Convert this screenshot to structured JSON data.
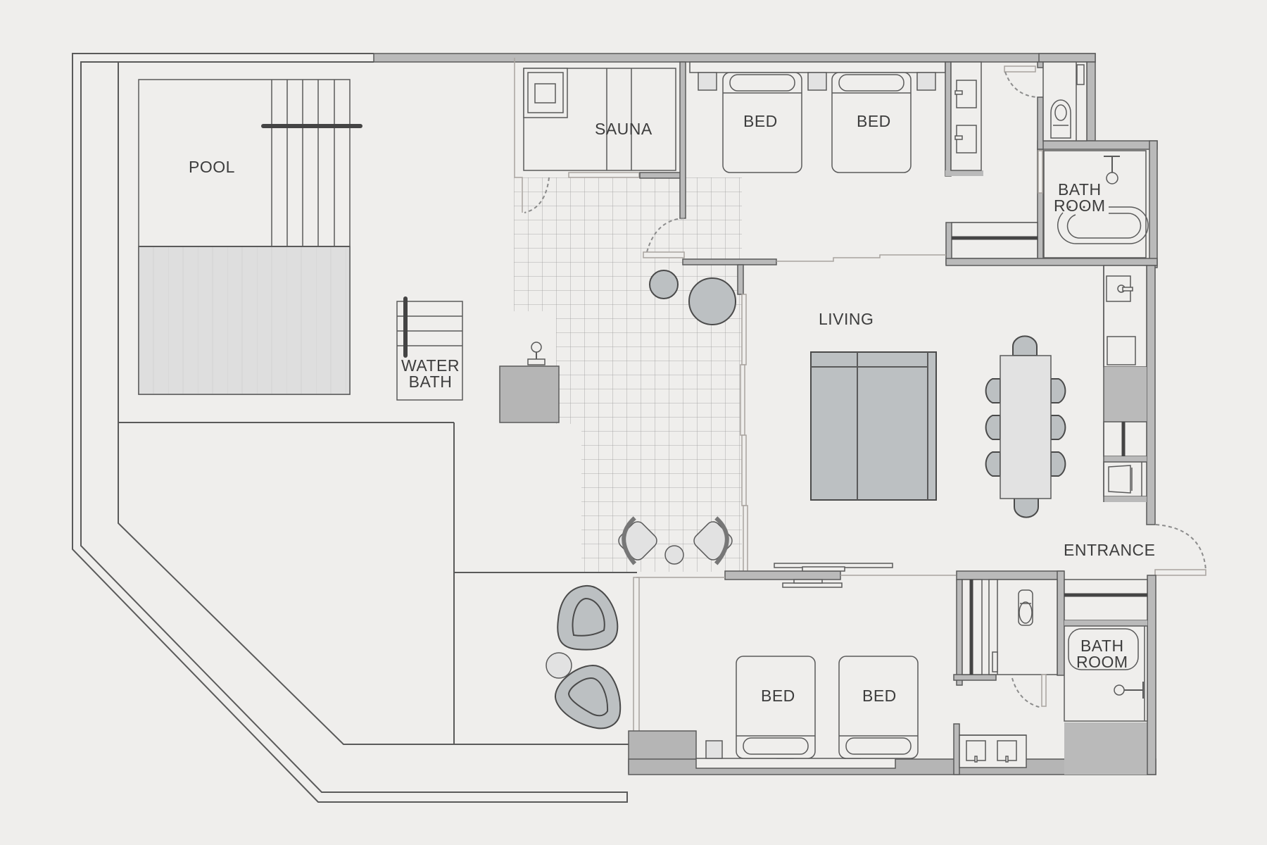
{
  "plan": {
    "background_color": "#efeeec",
    "wall_color": "#bababa",
    "furniture_color": "#bcc0c2",
    "line_color": "#5a5a5a"
  },
  "rooms": {
    "pool": {
      "label": "POOL"
    },
    "water_bath": {
      "line1": "WATER",
      "line2": "BATH"
    },
    "sauna": {
      "label": "SAUNA"
    },
    "bedroom_top": {
      "bed1": "BED",
      "bed2": "BED"
    },
    "bath_top": {
      "line1": "BATH",
      "line2": "ROOM"
    },
    "living": {
      "label": "LIVING"
    },
    "entrance": {
      "label": "ENTRANCE"
    },
    "bedroom_bottom": {
      "bed1": "BED",
      "bed2": "BED"
    },
    "bath_bottom": {
      "line1": "BATH",
      "line2": "ROOM"
    }
  }
}
